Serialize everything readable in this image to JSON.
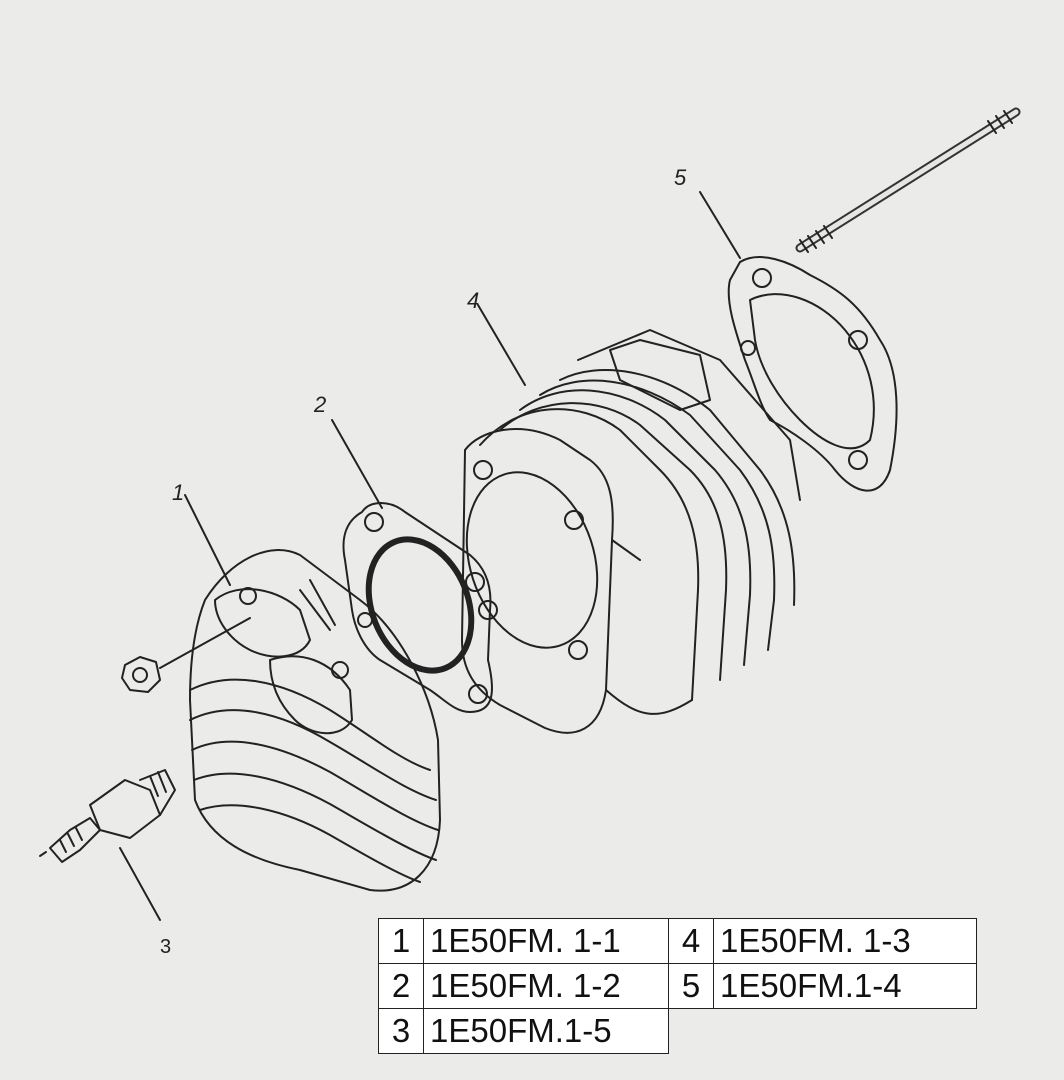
{
  "callouts": [
    {
      "id": "1",
      "label": "1"
    },
    {
      "id": "2",
      "label": "2"
    },
    {
      "id": "3",
      "label": "3"
    },
    {
      "id": "4",
      "label": "4"
    },
    {
      "id": "5",
      "label": "5"
    }
  ],
  "parts_table": {
    "rows": [
      {
        "n1": "1",
        "c1": "1E50FM.  1-1",
        "n2": "4",
        "c2": "1E50FM. 1-3"
      },
      {
        "n1": "2",
        "c1": "1E50FM. 1-2",
        "n2": "5",
        "c2": "1E50FM.1-4"
      },
      {
        "n1": "3",
        "c1": "1E50FM.1-5",
        "n2": "",
        "c2": ""
      }
    ]
  },
  "colors": {
    "background": "#ebebe9",
    "ink": "#222222",
    "table_bg": "#ffffff"
  }
}
